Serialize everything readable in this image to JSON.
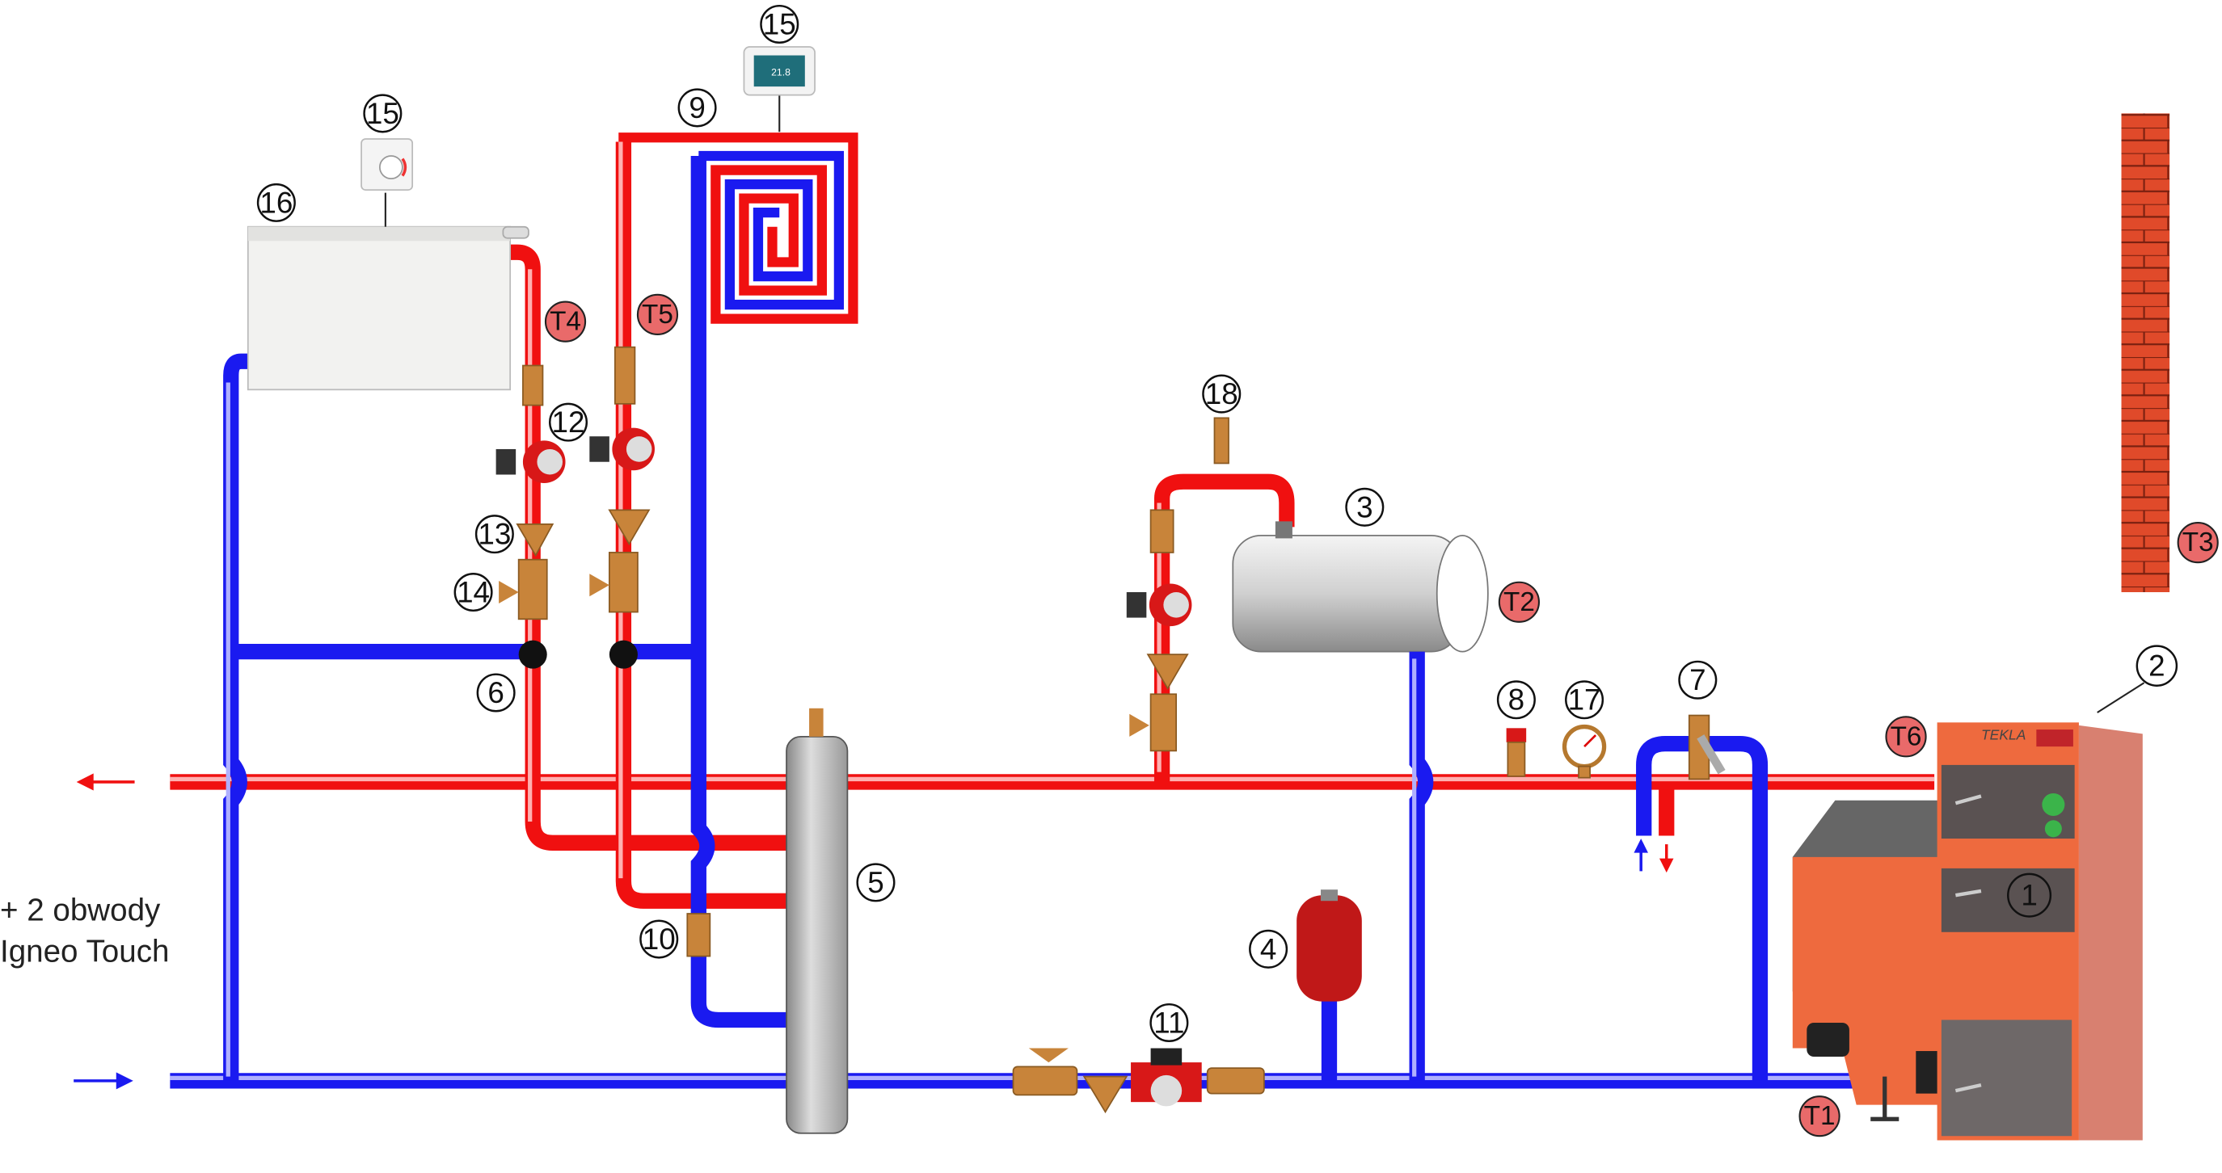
{
  "side_text": {
    "line1": "+ 2 obwody",
    "line2": "Igneo Touch"
  },
  "callouts": {
    "boiler": "1",
    "controller": "2",
    "tank": "3",
    "expansion_vessel": "4",
    "separator": "5",
    "valve": "6",
    "valve_7": "7",
    "safety_valve": "8",
    "floor_heating": "9",
    "fitting_10": "10",
    "pump_main": "11",
    "pump_circuit": "12",
    "filter": "13",
    "ball_valve": "14",
    "thermostat_room": "15",
    "thermostat_touch": "15",
    "radiator": "16",
    "manometer": "17",
    "air_vent": "18"
  },
  "sensors": {
    "t1": "T1",
    "t2": "T2",
    "t3": "T3",
    "t4": "T4",
    "t5": "T5",
    "t6": "T6"
  },
  "thermostat_display": {
    "temperature": "21.8"
  },
  "boiler": {
    "brand": "TEKLA"
  },
  "colors": {
    "supply": "#f01010",
    "return": "#1a1af0",
    "boiler": "#ee6a3e",
    "sensor": "#e96a6a"
  }
}
